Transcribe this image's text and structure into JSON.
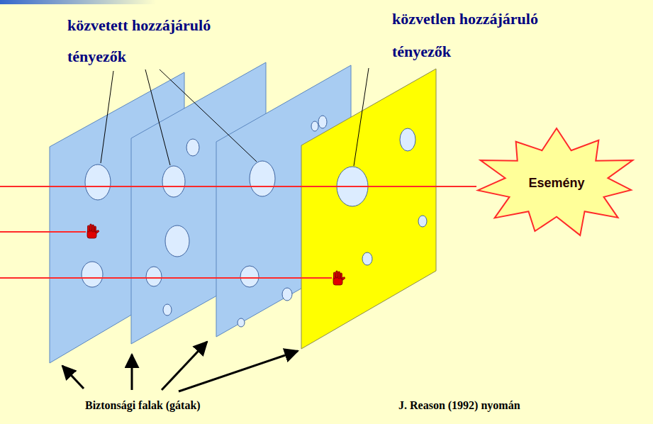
{
  "diagram": {
    "nodes": [
      {
        "text": [
          "Esemény"
        ]
      }
    ],
    "labels": [
      "közvetett hozzájáruló tényezők",
      "közvetlen hozzájáruló tényezők",
      "Biztonsági falak (gátak)",
      "J. Reason (1992) nyomán"
    ]
  }
}
